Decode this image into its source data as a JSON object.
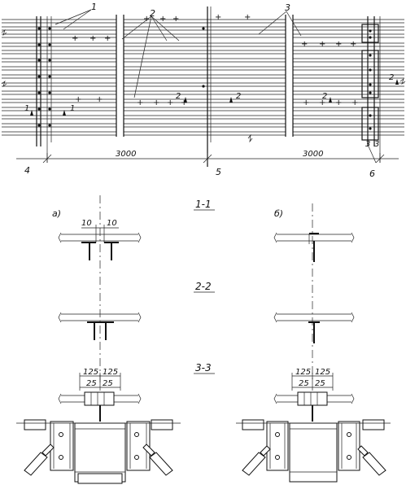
{
  "plan": {
    "callouts": [
      "1",
      "2",
      "3",
      "4",
      "5",
      "6"
    ],
    "dimensions": [
      "3000",
      "3000"
    ],
    "section_marks": [
      "1",
      "1",
      "2",
      "2",
      "2",
      "2",
      "3",
      "3"
    ]
  },
  "sections": {
    "section_1_title": "1-1",
    "section_2_title": "2-2",
    "section_3_title": "3-3",
    "variant_a": "а)",
    "variant_b": "б)",
    "gap_left": "10",
    "gap_right": "10",
    "offset_a_1": "125",
    "offset_a_2": "125",
    "offset_a_3": "25",
    "offset_a_4": "25",
    "offset_b_1": "125",
    "offset_b_2": "125",
    "offset_b_3": "25",
    "offset_b_4": "25"
  }
}
